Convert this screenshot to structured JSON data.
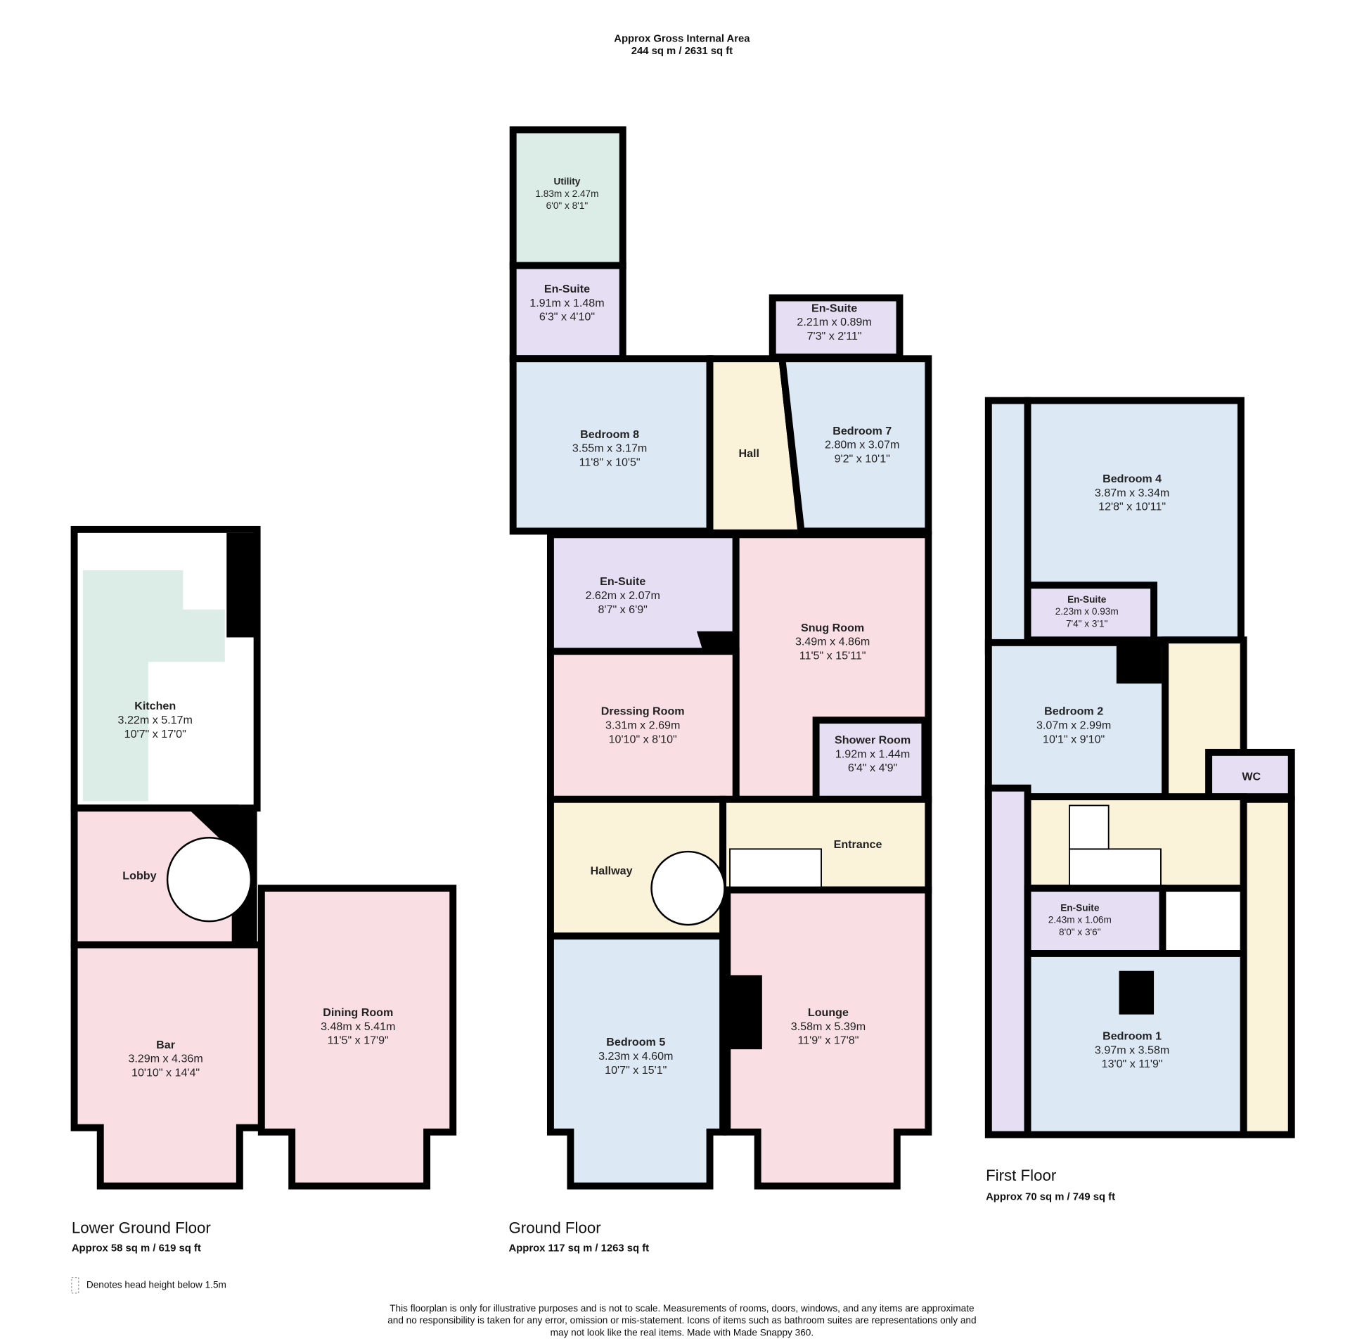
{
  "header": {
    "line1": "Approx Gross Internal Area",
    "line2": "244 sq m / 2631 sq ft"
  },
  "colors": {
    "bedroom": "#dce9f5",
    "living": "#f9dfe4",
    "bathroom": "#e6def2",
    "circulation": "#fbf3d9",
    "kitchen": "#dcece6",
    "walls": "#000000"
  },
  "floors": {
    "lower": {
      "name": "Lower Ground Floor",
      "area": "Approx 58 sq m / 619 sq ft",
      "rooms": {
        "kitchen": {
          "name": "Kitchen",
          "m": "3.22m x 5.17m",
          "ft": "10'7\" x 17'0\""
        },
        "lobby": {
          "name": "Lobby"
        },
        "bar": {
          "name": "Bar",
          "m": "3.29m x 4.36m",
          "ft": "10'10\" x 14'4\""
        },
        "dining": {
          "name": "Dining Room",
          "m": "3.48m x 5.41m",
          "ft": "11'5\" x 17'9\""
        }
      }
    },
    "ground": {
      "name": "Ground Floor",
      "area": "Approx 117 sq m / 1263 sq ft",
      "rooms": {
        "utility": {
          "name": "Utility",
          "m": "1.83m x 2.47m",
          "ft": "6'0\" x 8'1\""
        },
        "ensuite_a": {
          "name": "En-Suite",
          "m": "1.91m x 1.48m",
          "ft": "6'3\" x 4'10\""
        },
        "ensuite_b": {
          "name": "En-Suite",
          "m": "2.21m x 0.89m",
          "ft": "7'3\" x 2'11\""
        },
        "bedroom8": {
          "name": "Bedroom 8",
          "m": "3.55m x 3.17m",
          "ft": "11'8\" x 10'5\""
        },
        "hall": {
          "name": "Hall"
        },
        "bedroom7": {
          "name": "Bedroom 7",
          "m": "2.80m x 3.07m",
          "ft": "9'2\" x 10'1\""
        },
        "ensuite_c": {
          "name": "En-Suite",
          "m": "2.62m x 2.07m",
          "ft": "8'7\" x 6'9\""
        },
        "snug": {
          "name": "Snug Room",
          "m": "3.49m x 4.86m",
          "ft": "11'5\" x 15'11\""
        },
        "dressing": {
          "name": "Dressing Room",
          "m": "3.31m x 2.69m",
          "ft": "10'10\" x 8'10\""
        },
        "shower": {
          "name": "Shower Room",
          "m": "1.92m x 1.44m",
          "ft": "6'4\" x 4'9\""
        },
        "hallway": {
          "name": "Hallway"
        },
        "entrance": {
          "name": "Entrance"
        },
        "bedroom5": {
          "name": "Bedroom 5",
          "m": "3.23m x 4.60m",
          "ft": "10'7\" x 15'1\""
        },
        "lounge": {
          "name": "Lounge",
          "m": "3.58m x 5.39m",
          "ft": "11'9\" x 17'8\""
        }
      }
    },
    "first": {
      "name": "First Floor",
      "area": "Approx 70 sq m / 749 sq ft",
      "rooms": {
        "bedroom4": {
          "name": "Bedroom 4",
          "m": "3.87m x 3.34m",
          "ft": "12'8\" x 10'11\""
        },
        "ensuite_a": {
          "name": "En-Suite",
          "m": "2.23m x 0.93m",
          "ft": "7'4\" x 3'1\""
        },
        "bedroom2": {
          "name": "Bedroom 2",
          "m": "3.07m x 2.99m",
          "ft": "10'1\" x 9'10\""
        },
        "wc": {
          "name": "WC"
        },
        "ensuite_b": {
          "name": "En-Suite",
          "m": "2.43m x 1.06m",
          "ft": "8'0\" x 3'6\""
        },
        "bedroom1": {
          "name": "Bedroom 1",
          "m": "3.97m x 3.58m",
          "ft": "13'0\" x 11'9\""
        }
      }
    }
  },
  "legend": {
    "head_height": "Denotes head height below 1.5m"
  },
  "disclaimer": [
    "This floorplan is only for illustrative purposes and is not to scale. Measurements of rooms, doors, windows, and any items are approximate",
    "and no responsibility is taken for any error, omission or mis-statement. Icons of items such as bathroom suites are representations only and",
    "may not look like the real items. Made with Made Snappy 360."
  ]
}
